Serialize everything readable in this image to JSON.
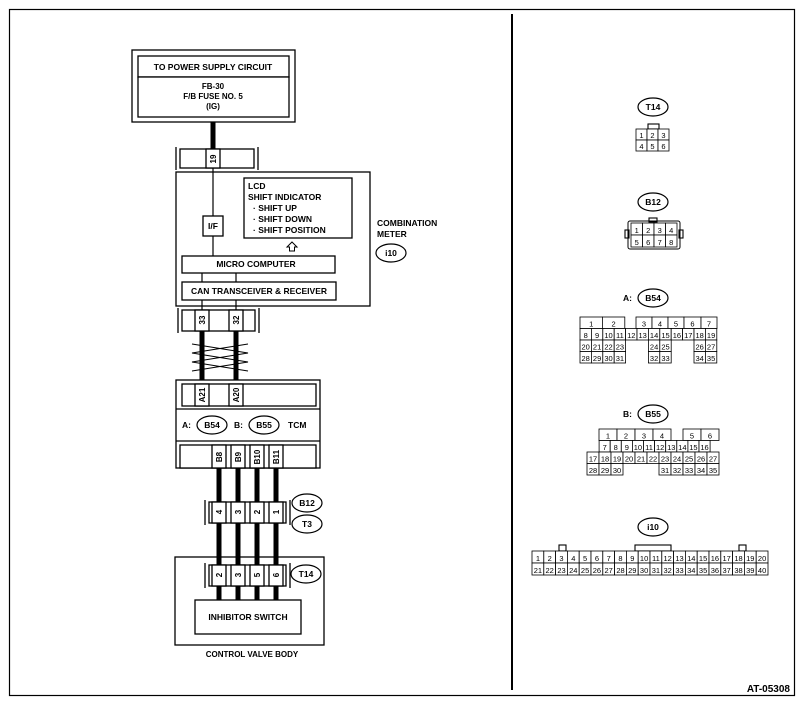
{
  "power": {
    "title": "TO POWER SUPPLY CIRCUIT",
    "line1": "FB-30",
    "line2": "F/B FUSE NO. 5",
    "line3": "(IG)"
  },
  "meter": {
    "pin_power": "19",
    "if_label": "I/F",
    "lcd_lines": [
      "LCD",
      "SHIFT INDICATOR",
      "· SHIFT UP",
      "· SHIFT DOWN",
      "· SHIFT POSITION"
    ],
    "micro": "MICRO COMPUTER",
    "can": "CAN TRANSCEIVER & RECEIVER",
    "name_line1": "COMBINATION",
    "name_line2": "METER",
    "connector": "i10",
    "pins_bottom": [
      "33",
      "32"
    ]
  },
  "tcm": {
    "pins_top": [
      "A21",
      "A20"
    ],
    "prefix_a": "A:",
    "conn_a": "B54",
    "prefix_b": "B:",
    "conn_b": "B55",
    "name": "TCM",
    "pins_bottom": [
      "B8",
      "B9",
      "B10",
      "B11"
    ]
  },
  "joint": {
    "pins": [
      "4",
      "3",
      "2",
      "1"
    ],
    "conn1": "B12",
    "conn2": "T3"
  },
  "valve": {
    "pins": [
      "2",
      "3",
      "5",
      "6"
    ],
    "conn": "T14",
    "switch": "INHIBITOR SWITCH",
    "body": "CONTROL VALVE BODY"
  },
  "connectors": {
    "t14": {
      "label": "T14",
      "rows": [
        [
          "1",
          "2",
          "3"
        ],
        [
          "4",
          "5",
          "6"
        ]
      ]
    },
    "b12": {
      "label": "B12",
      "rows": [
        [
          "1",
          "2",
          "3",
          "4"
        ],
        [
          "5",
          "6",
          "7",
          "8"
        ]
      ]
    },
    "b54": {
      "prefix": "A:",
      "label": "B54",
      "rows": [
        [
          "1",
          "2",
          "",
          "3",
          "4",
          "5",
          "6",
          "7"
        ],
        [
          "8",
          "9",
          "10",
          "11",
          "12",
          "13",
          "14",
          "15",
          "16",
          "17",
          "18",
          "19"
        ],
        [
          "20",
          "21",
          "22",
          "23",
          "24",
          "25",
          "26",
          "27"
        ],
        [
          "28",
          "29",
          "30",
          "31",
          "32",
          "33",
          "34",
          "35"
        ]
      ]
    },
    "b55": {
      "prefix": "B:",
      "label": "B55",
      "rows": [
        [
          "1",
          "2",
          "3",
          "4",
          "5",
          "6"
        ],
        [
          "7",
          "8",
          "9",
          "10",
          "11",
          "12",
          "13",
          "14",
          "15",
          "16"
        ],
        [
          "17",
          "18",
          "19",
          "20",
          "21",
          "22",
          "23",
          "24",
          "25",
          "26",
          "27"
        ],
        [
          "28",
          "29",
          "30",
          "31",
          "32",
          "33",
          "34",
          "35"
        ]
      ]
    },
    "i10": {
      "label": "i10",
      "rows": [
        [
          "1",
          "2",
          "3",
          "4",
          "5",
          "6",
          "7",
          "8",
          "9",
          "10",
          "11",
          "12",
          "13",
          "14",
          "15",
          "16",
          "17",
          "18",
          "19",
          "20"
        ],
        [
          "21",
          "22",
          "23",
          "24",
          "25",
          "26",
          "27",
          "28",
          "29",
          "30",
          "31",
          "32",
          "33",
          "34",
          "35",
          "36",
          "37",
          "38",
          "39",
          "40"
        ]
      ]
    }
  },
  "figure_id": "AT-05308"
}
